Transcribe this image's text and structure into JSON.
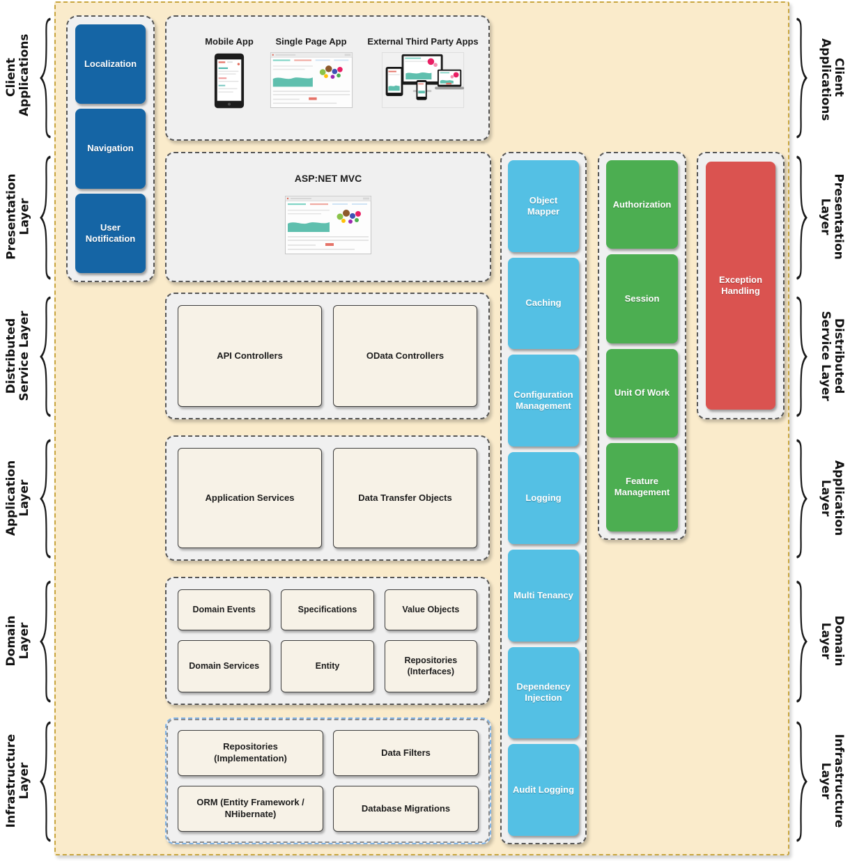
{
  "layers": [
    {
      "name": "Client Applications"
    },
    {
      "name": "Presentation Layer"
    },
    {
      "name": "Distributed Service Layer"
    },
    {
      "name": "Application Layer"
    },
    {
      "name": "Domain Layer"
    },
    {
      "name": "Infrastructure Layer"
    }
  ],
  "sidebar": {
    "items": [
      {
        "label": "Localization"
      },
      {
        "label": "Navigation"
      },
      {
        "label": "User Notification"
      }
    ]
  },
  "client_applications": {
    "apps": [
      {
        "label": "Mobile App",
        "image": "mobile-phone-mockup"
      },
      {
        "label": "Single Page App",
        "image": "dashboard-browser-mockup"
      },
      {
        "label": "External Third Party Apps",
        "image": "multi-device-mockup"
      }
    ]
  },
  "presentation": {
    "title": "ASP:NET MVC",
    "image": "dashboard-browser-mockup"
  },
  "distributed_service": {
    "boxes": [
      {
        "label": "API Controllers"
      },
      {
        "label": "OData Controllers"
      }
    ]
  },
  "application": {
    "boxes": [
      {
        "label": "Application Services"
      },
      {
        "label": "Data Transfer Objects"
      }
    ]
  },
  "domain": {
    "boxes": [
      {
        "label": "Domain Events"
      },
      {
        "label": "Specifications"
      },
      {
        "label": "Value Objects"
      },
      {
        "label": "Domain Services"
      },
      {
        "label": "Entity"
      },
      {
        "label": "Repositories (Interfaces)"
      }
    ]
  },
  "infrastructure": {
    "boxes": [
      {
        "label": "Repositories (Implementation)"
      },
      {
        "label": "Data Filters"
      },
      {
        "label": "ORM (Entity Framework / NHibernate)"
      },
      {
        "label": "Database Migrations"
      }
    ]
  },
  "cross_cutting": {
    "column1": [
      {
        "label": "Object Mapper"
      },
      {
        "label": "Caching"
      },
      {
        "label": "Configuration Management"
      },
      {
        "label": "Logging"
      },
      {
        "label": "Multi Tenancy"
      },
      {
        "label": "Dependency Injection"
      },
      {
        "label": "Audit Logging"
      }
    ],
    "column2": [
      {
        "label": "Authorization"
      },
      {
        "label": "Session"
      },
      {
        "label": "Unit Of Work"
      },
      {
        "label": "Feature Management"
      }
    ],
    "column3": [
      {
        "label": "Exception Handling"
      }
    ]
  },
  "colors": {
    "canvas_background": "#FAEBCB",
    "canvas_border": "#C8A53F",
    "panel_fill": "#F0F0F0",
    "panel_border": "#555555",
    "node_blue": "#1565A5",
    "node_cyan": "#54C0E4",
    "node_green": "#4CAE51",
    "node_red": "#DA5350",
    "node_cream": "#F7F2E7",
    "infrastructure_highlight_border": "#7FB2E4"
  }
}
